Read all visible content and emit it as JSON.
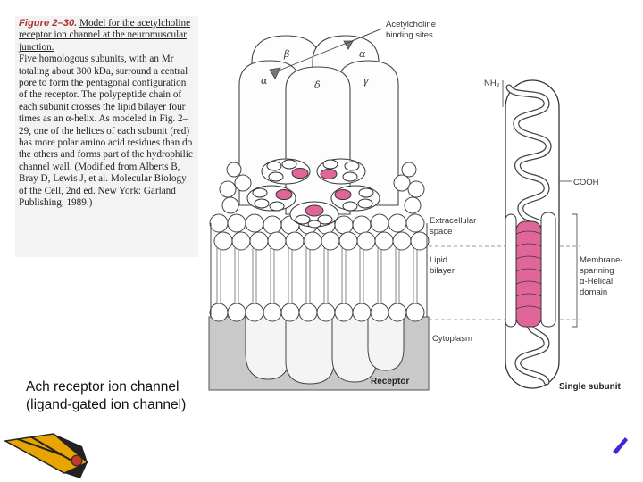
{
  "caption": {
    "figure_label": "Figure 2–30.",
    "title": "Model for the acetylcholine receptor ion channel at the neuromuscular junction.",
    "body": "Five homologous subunits, with an Mr totaling about 300 kDa, surround a central pore to form the pentagonal configuration of the receptor. The polypeptide chain of each subunit crosses the lipid bilayer four times as an α-helix. As modeled in Fig. 2–29, one of the helices of each subunit (red) has more polar amino acid residues than do the others and forms part of the hydrophilic channel wall. (Modified from Alberts B, Bray D, Lewis J, et al. Molecular Biology of the Cell, 2nd ed. New York: Garland Publishing, 1989.)"
  },
  "slide_text": {
    "line1": "Ach receptor ion channel",
    "line2": "(ligand-gated ion channel)"
  },
  "diagram": {
    "subunit_labels": {
      "beta": "β",
      "alpha_right": "α",
      "alpha_left": "α",
      "delta": "δ",
      "gamma": "γ"
    },
    "labels": {
      "binding_sites_line1": "Acetylcholine",
      "binding_sites_line2": "binding sites",
      "nh2": "NH₂",
      "cooh": "COOH",
      "extracellular_line1": "Extracellular",
      "extracellular_line2": "space",
      "lipid_line1": "Lipid",
      "lipid_line2": "bilayer",
      "membrane_line1": "Membrane-",
      "membrane_line2": "spanning",
      "membrane_line3": "α-Helical",
      "membrane_line4": "domain",
      "cytoplasm": "Cytoplasm",
      "receptor": "Receptor",
      "single_subunit": "Single subunit"
    }
  },
  "colors": {
    "helix_pink": "#e0669a",
    "cytoplasm_gray": "#c9c9c9",
    "line": "#333333"
  }
}
